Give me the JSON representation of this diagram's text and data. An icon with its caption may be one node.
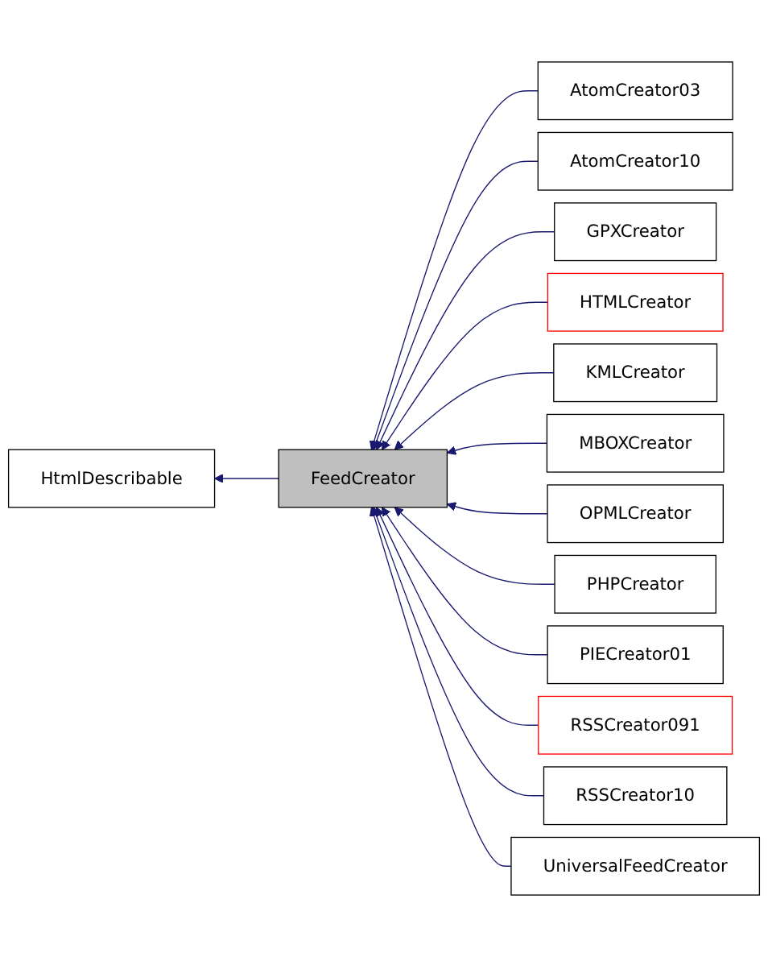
{
  "diagram": {
    "nodes": [
      {
        "text": [
          "HtmlDescribable"
        ]
      },
      {
        "text": [
          "FeedCreator"
        ]
      },
      {
        "text": [
          "AtomCreator03"
        ]
      },
      {
        "text": [
          "AtomCreator10"
        ]
      },
      {
        "text": [
          "GPXCreator"
        ]
      },
      {
        "text": [
          "HTMLCreator"
        ]
      },
      {
        "text": [
          "KMLCreator"
        ]
      },
      {
        "text": [
          "MBOXCreator"
        ]
      },
      {
        "text": [
          "OPMLCreator"
        ]
      },
      {
        "text": [
          "PHPCreator"
        ]
      },
      {
        "text": [
          "PIECreator01"
        ]
      },
      {
        "text": [
          "RSSCreator091"
        ]
      },
      {
        "text": [
          "RSSCreator10"
        ]
      },
      {
        "text": [
          "UniversalFeedCreator"
        ]
      }
    ],
    "edges": [
      {
        "from": 1,
        "to": 0,
        "arrow": "to"
      },
      {
        "from": 2,
        "to": 1,
        "arrow": "to"
      },
      {
        "from": 3,
        "to": 1,
        "arrow": "to"
      },
      {
        "from": 4,
        "to": 1,
        "arrow": "to"
      },
      {
        "from": 5,
        "to": 1,
        "arrow": "to"
      },
      {
        "from": 6,
        "to": 1,
        "arrow": "to"
      },
      {
        "from": 7,
        "to": 1,
        "arrow": "to"
      },
      {
        "from": 8,
        "to": 1,
        "arrow": "to"
      },
      {
        "from": 9,
        "to": 1,
        "arrow": "to"
      },
      {
        "from": 10,
        "to": 1,
        "arrow": "to"
      },
      {
        "from": 11,
        "to": 1,
        "arrow": "to"
      },
      {
        "from": 12,
        "to": 1,
        "arrow": "to"
      },
      {
        "from": 13,
        "to": 1,
        "arrow": "to"
      }
    ]
  }
}
